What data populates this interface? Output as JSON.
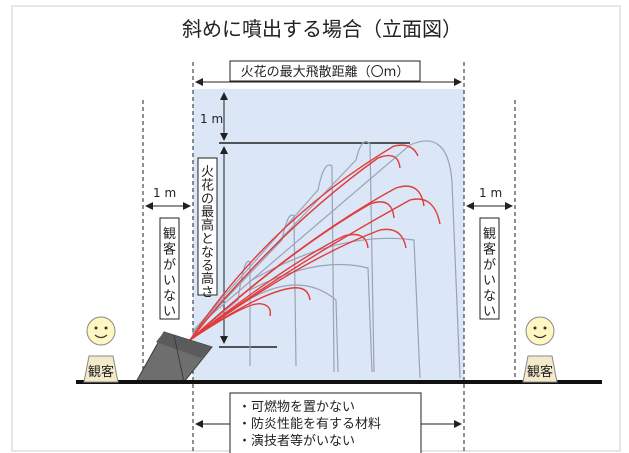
{
  "title": "斜めに噴出する場合（立面図）",
  "max_distance_label": "火花の最大飛散距離（〇m）",
  "height_one_m": "1 m",
  "left_one_m": "1 m",
  "right_one_m": "1 m",
  "max_height_label_vertical": "火花の最高となる高さ",
  "no_audience_left": "観客がいない",
  "no_audience_right": "観客がいない",
  "audience_left": "観客",
  "audience_right": "観客",
  "conditions": [
    "・可燃物を置かない",
    "・防炎性能を有する材料",
    "・演技者等がいない"
  ],
  "colors": {
    "zone": "#dbe6f6",
    "spark_red": "#e23b3b",
    "spark_gray": "#9aa3b5",
    "device": "#6e6e6e",
    "person_fill": "#fff7c2",
    "label_bg": "#f4e9c9"
  }
}
